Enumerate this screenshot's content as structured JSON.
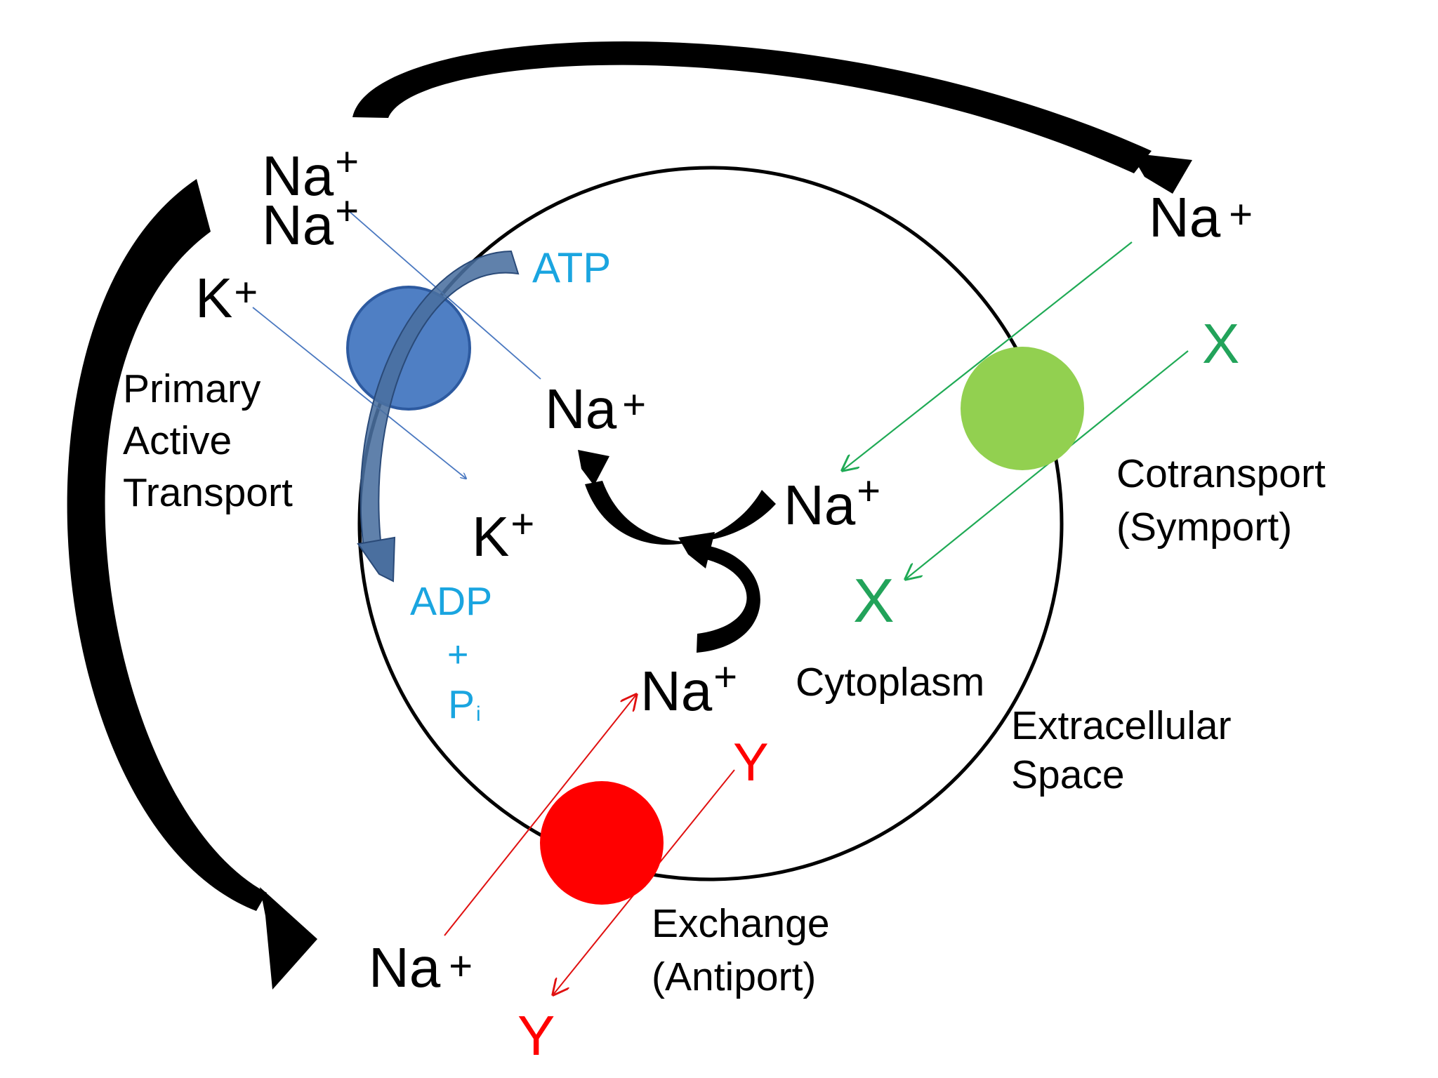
{
  "labels": {
    "primary": [
      "Primary",
      "Active",
      "Transport"
    ],
    "cotransport": [
      "Cotransport",
      "(Symport)"
    ],
    "exchange": [
      "Exchange",
      "(Antiport)"
    ],
    "cytoplasm": "Cytoplasm",
    "extracellular": [
      "Extracellular",
      "Space"
    ]
  },
  "ions": {
    "na": "Na",
    "k": "K",
    "plus": "+",
    "x": "X",
    "y": "Y"
  },
  "energy": {
    "atp": "ATP",
    "adp": "ADP",
    "plus": "+",
    "p": "P",
    "p_sub": "i"
  },
  "colors": {
    "primary_pump": "#4f7fc4",
    "symport": "#92d050",
    "antiport": "#ff0000",
    "energy_text": "#1aa5e0",
    "x_text": "#22a35a",
    "y_text": "#ff0000",
    "membrane": "#000000"
  }
}
